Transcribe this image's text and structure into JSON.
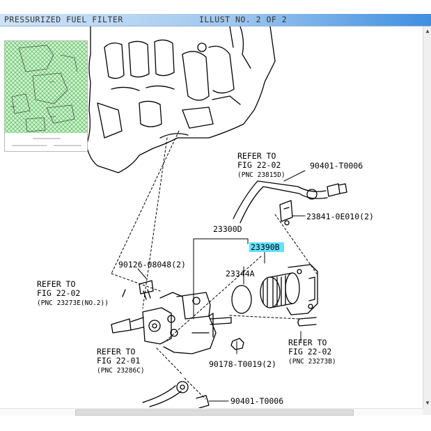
{
  "window": {
    "title_left": "PRESSURIZED FUEL FILTER",
    "title_right": "ILLUST NO. 2 OF 2"
  },
  "scrollbar": {
    "up_icon": "up-arrow-icon",
    "down_icon": "down-arrow-icon"
  },
  "colors": {
    "highlight": "#66e0ff",
    "overview_fill": "#d7f2d2",
    "overview_hatch": "#5cc46a",
    "titlebar_accent": "#3f8fe0"
  },
  "callouts": {
    "c1_l1": "REFER TO",
    "c1_l2": "FIG 22-02",
    "c1_l3": "(PNC 23815D)",
    "p1": "90401-T0006",
    "p2": "23841-0E010(2)",
    "p3": "23300D",
    "p4": "23390B",
    "p5": "23344A",
    "p6": "90126-08048(2)",
    "c2_l1": "REFER TO",
    "c2_l2": "FIG 22-02",
    "c2_l3": "(PNC 23273E(NO.2))",
    "c3_l1": "REFER TO",
    "c3_l2": "FIG 22-01",
    "c3_l3": "(PNC 23286C)",
    "p7": "90178-T0019(2)",
    "c4_l1": "REFER TO",
    "c4_l2": "FIG 22-02",
    "c4_l3": "(PNC 23273B)",
    "p8": "90401-T0006"
  }
}
